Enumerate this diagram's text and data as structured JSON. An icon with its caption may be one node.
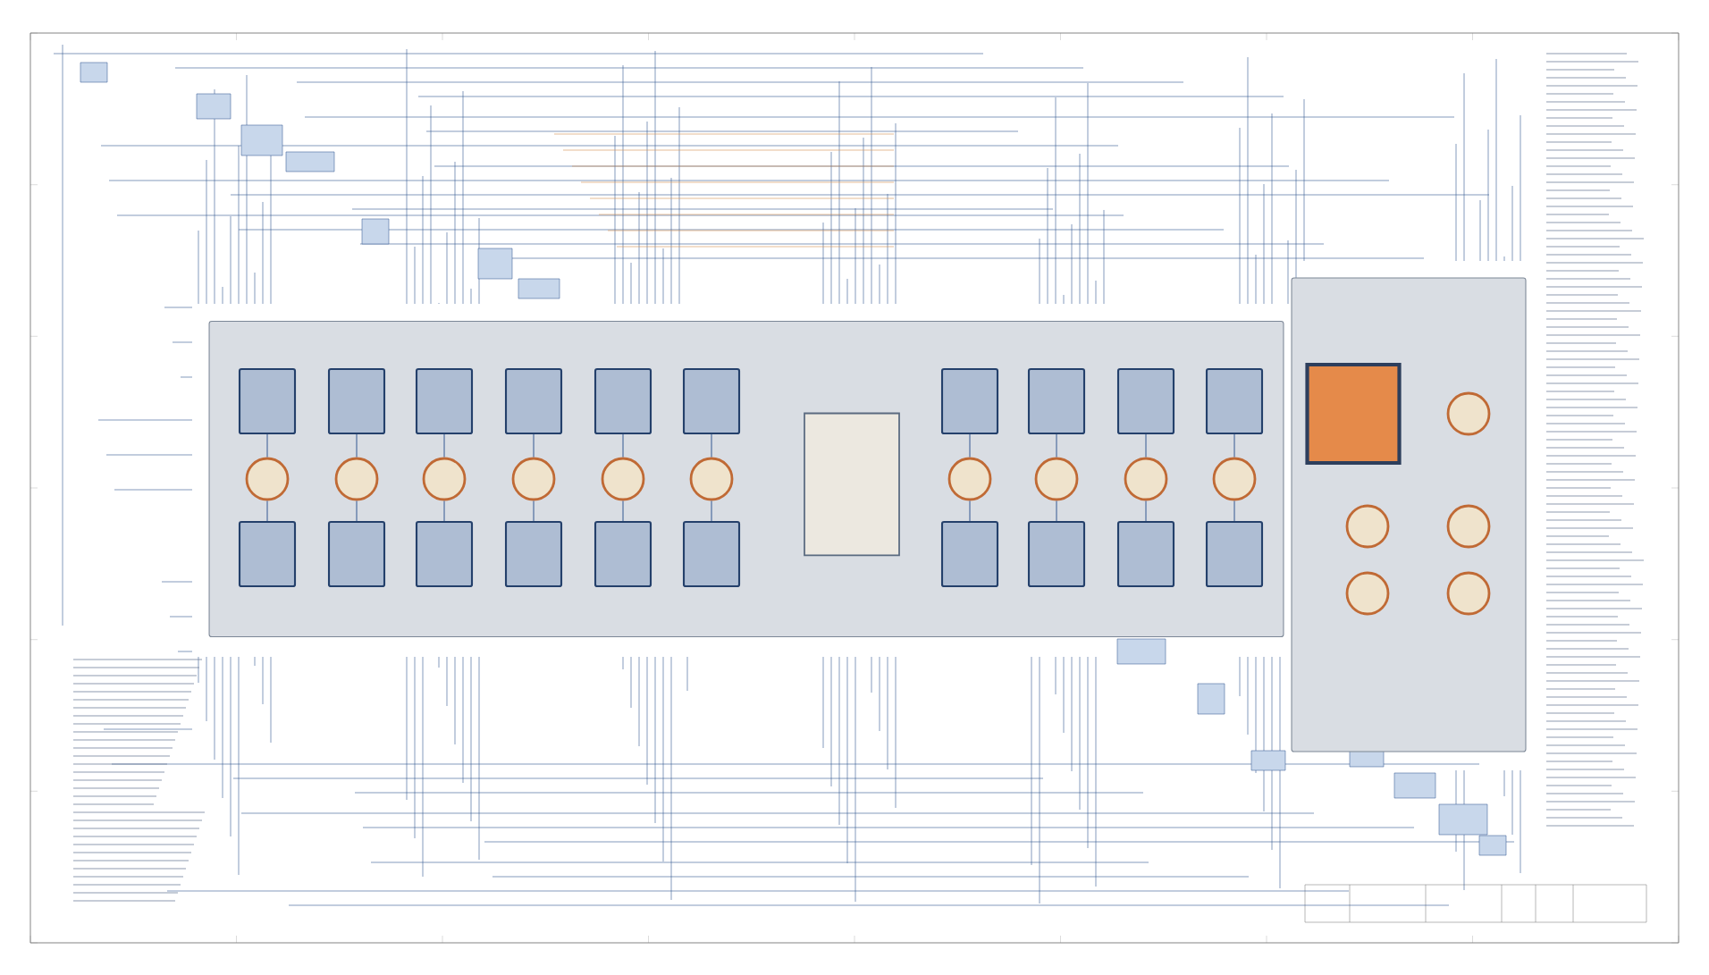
{
  "diagram": {
    "nodes": [
      {
        "text": [],
        "shape": "box"
      },
      {
        "text": [],
        "shape": "box",
        "in": 0
      },
      {
        "text": [],
        "shape": "box",
        "in": 0
      },
      {
        "text": [],
        "shape": "box",
        "in": 0
      },
      {
        "text": [],
        "shape": "box",
        "in": 0
      },
      {
        "text": [],
        "shape": "box",
        "in": 0
      },
      {
        "text": [],
        "shape": "box",
        "in": 0
      },
      {
        "text": [],
        "shape": "box",
        "in": 0
      },
      {
        "text": [],
        "shape": "box",
        "in": 0
      },
      {
        "text": [],
        "shape": "box",
        "in": 0
      },
      {
        "text": [],
        "shape": "box",
        "in": 0
      },
      {
        "text": [],
        "shape": "circle",
        "in": 0
      },
      {
        "text": [],
        "shape": "circle",
        "in": 0
      },
      {
        "text": [],
        "shape": "circle",
        "in": 0
      },
      {
        "text": [],
        "shape": "circle",
        "in": 0
      },
      {
        "text": [],
        "shape": "circle",
        "in": 0
      },
      {
        "text": [],
        "shape": "circle",
        "in": 0
      },
      {
        "text": [],
        "shape": "circle",
        "in": 0
      },
      {
        "text": [],
        "shape": "circle",
        "in": 0
      },
      {
        "text": [],
        "shape": "circle",
        "in": 0
      },
      {
        "text": [],
        "shape": "circle",
        "in": 0
      },
      {
        "text": [],
        "shape": "box",
        "in": 0
      },
      {
        "text": [],
        "shape": "box",
        "in": 0
      },
      {
        "text": [],
        "shape": "box",
        "in": 0
      },
      {
        "text": [],
        "shape": "box",
        "in": 0
      },
      {
        "text": [],
        "shape": "box",
        "in": 0
      },
      {
        "text": [],
        "shape": "box",
        "in": 0
      },
      {
        "text": [],
        "shape": "box",
        "in": 0
      },
      {
        "text": [],
        "shape": "box",
        "in": 0
      },
      {
        "text": [],
        "shape": "box",
        "in": 0
      },
      {
        "text": [],
        "shape": "box",
        "in": 0
      },
      {
        "text": [],
        "shape": "box",
        "in": 0
      },
      {
        "text": [],
        "shape": "box"
      },
      {
        "text": [],
        "shape": "box",
        "in": 32
      },
      {
        "text": [],
        "shape": "circle",
        "in": 32
      },
      {
        "text": [],
        "shape": "circle",
        "in": 32
      },
      {
        "text": [],
        "shape": "circle",
        "in": 32
      },
      {
        "text": [],
        "shape": "circle",
        "in": 32
      },
      {
        "text": [],
        "shape": "circle",
        "in": 32
      }
    ],
    "edges": [
      {
        "from": 1,
        "to": 11,
        "arrow": "none"
      },
      {
        "from": 2,
        "to": 12,
        "arrow": "none"
      },
      {
        "from": 3,
        "to": 13,
        "arrow": "none"
      },
      {
        "from": 4,
        "to": 14,
        "arrow": "none"
      },
      {
        "from": 5,
        "to": 15,
        "arrow": "none"
      },
      {
        "from": 6,
        "to": 16,
        "arrow": "none"
      },
      {
        "from": 7,
        "to": 17,
        "arrow": "none"
      },
      {
        "from": 8,
        "to": 18,
        "arrow": "none"
      },
      {
        "from": 9,
        "to": 19,
        "arrow": "none"
      },
      {
        "from": 10,
        "to": 20,
        "arrow": "none"
      },
      {
        "from": 11,
        "to": 21,
        "arrow": "none"
      },
      {
        "from": 12,
        "to": 22,
        "arrow": "none"
      },
      {
        "from": 13,
        "to": 23,
        "arrow": "none"
      },
      {
        "from": 14,
        "to": 24,
        "arrow": "none"
      },
      {
        "from": 15,
        "to": 25,
        "arrow": "none"
      },
      {
        "from": 16,
        "to": 26,
        "arrow": "none"
      },
      {
        "from": 17,
        "to": 27,
        "arrow": "none"
      },
      {
        "from": 18,
        "to": 28,
        "arrow": "none"
      },
      {
        "from": 19,
        "to": 29,
        "arrow": "none"
      },
      {
        "from": 20,
        "to": 30,
        "arrow": "none"
      }
    ]
  }
}
